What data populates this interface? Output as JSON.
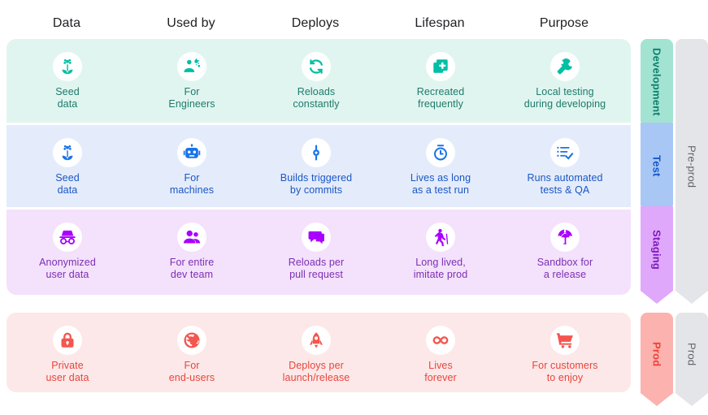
{
  "columns": [
    {
      "id": "data",
      "label": "Data"
    },
    {
      "id": "used_by",
      "label": "Used by"
    },
    {
      "id": "deploys",
      "label": "Deploys"
    },
    {
      "id": "lifespan",
      "label": "Lifespan"
    },
    {
      "id": "purpose",
      "label": "Purpose"
    }
  ],
  "rows": [
    {
      "id": "development",
      "stage_label": "Development",
      "bg": "#e0f5ef",
      "accent": "#00bfa5",
      "text": "#1d7a6c",
      "chevron_bg": "#a3e3d2",
      "chevron_text": "#0c7f6e",
      "cells": [
        {
          "icon": "seed-flower-icon",
          "label": "Seed\ndata"
        },
        {
          "icon": "engineer-gear-icon",
          "label": "For\nEngineers"
        },
        {
          "icon": "refresh-loop-icon",
          "label": "Reloads\nconstantly"
        },
        {
          "icon": "copy-add-icon",
          "label": "Recreated\nfrequently"
        },
        {
          "icon": "wrench-icon",
          "label": "Local testing\nduring developing"
        }
      ]
    },
    {
      "id": "test",
      "stage_label": "Test",
      "bg": "#e4ecfb",
      "accent": "#1a73e8",
      "text": "#1a56c4",
      "chevron_bg": "#a8c7f5",
      "chevron_text": "#1756c8",
      "cells": [
        {
          "icon": "seed-flower-icon",
          "label": "Seed\ndata"
        },
        {
          "icon": "robot-icon",
          "label": "For\nmachines"
        },
        {
          "icon": "commit-icon",
          "label": "Builds triggered\nby commits"
        },
        {
          "icon": "stopwatch-icon",
          "label": "Lives as long\nas a test run"
        },
        {
          "icon": "checklist-icon",
          "label": "Runs automated\ntests & QA"
        }
      ]
    },
    {
      "id": "staging",
      "stage_label": "Staging",
      "bg": "#f4e1fb",
      "accent": "#aa00ff",
      "text": "#7b2fb5",
      "chevron_bg": "#e0a8fb",
      "chevron_text": "#7a19bd",
      "cells": [
        {
          "icon": "incognito-icon",
          "label": "Anonymized\nuser data"
        },
        {
          "icon": "people-icon",
          "label": "For entire\ndev team"
        },
        {
          "icon": "chat-bubble-icon",
          "label": "Reloads per\npull request"
        },
        {
          "icon": "elderly-walk-icon",
          "label": "Long lived,\nimitate prod"
        },
        {
          "icon": "beach-umbrella-icon",
          "label": "Sandbox for\na release"
        }
      ]
    },
    {
      "id": "prod",
      "stage_label": "Prod",
      "bg": "#fce8e8",
      "accent": "#f4564f",
      "text": "#e8453c",
      "chevron_bg": "#fcb2ae",
      "chevron_text": "#ef4038",
      "cells": [
        {
          "icon": "lock-icon",
          "label": "Private\nuser data"
        },
        {
          "icon": "globe-block-icon",
          "label": "For\nend-users"
        },
        {
          "icon": "rocket-icon",
          "label": "Deploys per\nlaunch/release"
        },
        {
          "icon": "infinity-icon",
          "label": "Lives\nforever"
        },
        {
          "icon": "shopping-cart-icon",
          "label": "For customers\nto enjoy"
        }
      ]
    }
  ],
  "groups": [
    {
      "id": "pre-prod",
      "label": "Pre-prod",
      "color": "#e4e5e9"
    },
    {
      "id": "prod",
      "label": "Prod",
      "color": "#e4e5e9"
    }
  ]
}
